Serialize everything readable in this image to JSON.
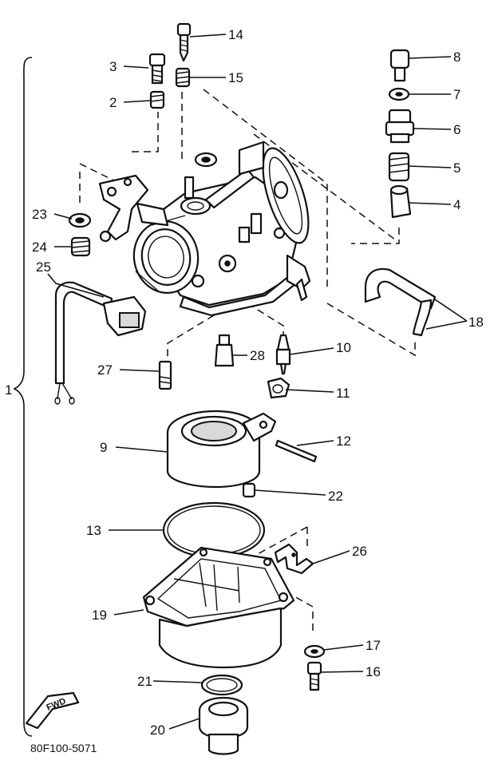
{
  "diagram": {
    "figure_code": "80F100-5071",
    "assembly_label": "1",
    "direction_badge": "FWD",
    "callouts": [
      {
        "id": "c14",
        "label": "14"
      },
      {
        "id": "c3",
        "label": "3"
      },
      {
        "id": "c15",
        "label": "15"
      },
      {
        "id": "c2",
        "label": "2"
      },
      {
        "id": "c8",
        "label": "8"
      },
      {
        "id": "c7",
        "label": "7"
      },
      {
        "id": "c6",
        "label": "6"
      },
      {
        "id": "c5",
        "label": "5"
      },
      {
        "id": "c4",
        "label": "4"
      },
      {
        "id": "c23",
        "label": "23"
      },
      {
        "id": "c24",
        "label": "24"
      },
      {
        "id": "c25",
        "label": "25"
      },
      {
        "id": "c18",
        "label": "18"
      },
      {
        "id": "c28",
        "label": "28"
      },
      {
        "id": "c10",
        "label": "10"
      },
      {
        "id": "c27",
        "label": "27"
      },
      {
        "id": "c11",
        "label": "11"
      },
      {
        "id": "c9",
        "label": "9"
      },
      {
        "id": "c12",
        "label": "12"
      },
      {
        "id": "c22",
        "label": "22"
      },
      {
        "id": "c13",
        "label": "13"
      },
      {
        "id": "c26",
        "label": "26"
      },
      {
        "id": "c19",
        "label": "19"
      },
      {
        "id": "c17",
        "label": "17"
      },
      {
        "id": "c16",
        "label": "16"
      },
      {
        "id": "c21",
        "label": "21"
      },
      {
        "id": "c20",
        "label": "20"
      }
    ]
  }
}
